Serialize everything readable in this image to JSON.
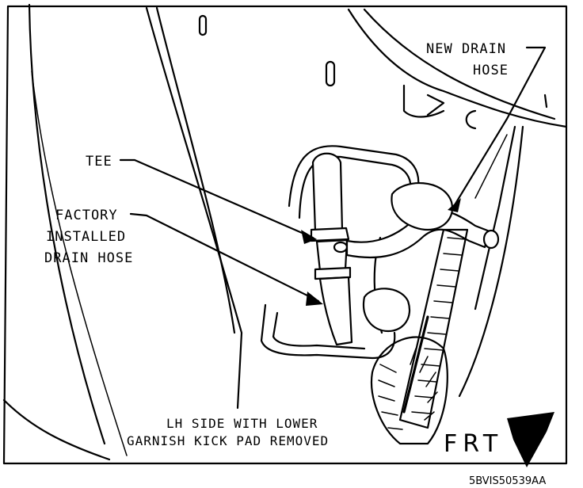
{
  "labels": {
    "new_drain_hose_line1": "NEW DRAIN",
    "new_drain_hose_line2": "HOSE",
    "tee": "TEE",
    "factory_line1": "FACTORY",
    "factory_line2": "INSTALLED",
    "factory_line3": "DRAIN HOSE"
  },
  "caption": {
    "line1": "LH SIDE WITH LOWER",
    "line2": "GARNISH KICK PAD REMOVED"
  },
  "direction": {
    "label": "FRT"
  },
  "figure_code": "5BVIS50539AA"
}
